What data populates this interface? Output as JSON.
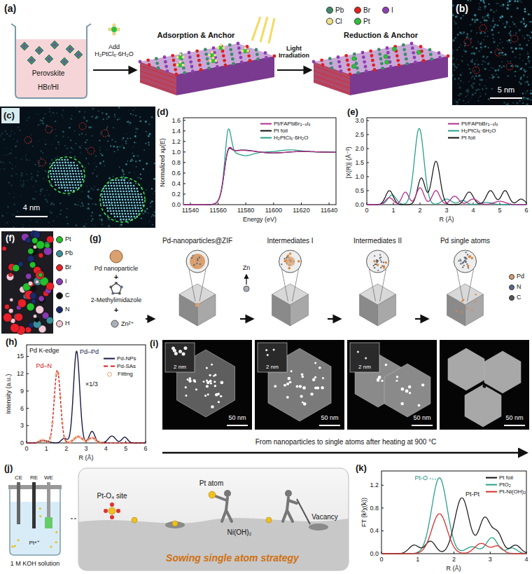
{
  "diagram": {
    "nodes": [
      {
        "text": [
          "Perovskite",
          "HBr/HI"
        ]
      },
      {
        "text": [
          "Adsorption & Anchor"
        ]
      },
      {
        "text": [
          "Reduction & Anchor"
        ]
      },
      {
        "text": [
          "Pd-nanoparticles@ZIF"
        ]
      },
      {
        "text": [
          "Intermediates I"
        ]
      },
      {
        "text": [
          "Intermediates II"
        ]
      },
      {
        "text": [
          "Pd single atoms"
        ]
      },
      {
        "text": [
          "CE",
          "RE",
          "WE",
          "1 M KOH solution"
        ]
      },
      {
        "text": [
          "Pt-O₄ site",
          "Pt atom",
          "Ni(OH)₂",
          "Vacancy",
          "Sowing single atom strategy"
        ]
      }
    ],
    "edges": [
      {
        "from": 0,
        "to": 1,
        "arrow": "to",
        "label": "Add H₂PtCl₆·6H₂O"
      },
      {
        "from": 1,
        "to": 2,
        "arrow": "to",
        "label": "Light Irradiation"
      },
      {
        "from": 3,
        "to": 4,
        "arrow": "to"
      },
      {
        "from": 4,
        "to": 5,
        "arrow": "to"
      },
      {
        "from": 5,
        "to": 6,
        "arrow": "to"
      },
      {
        "from": 7,
        "to": 8,
        "arrow": "none"
      }
    ],
    "labels": [
      "(a)",
      "(b)",
      "5 nm",
      "(c)",
      "4 nm",
      "(d)",
      "0.0",
      "0.2",
      "0.4",
      "0.6",
      "0.8",
      "1.0",
      "1.2",
      "1.4",
      "1.6",
      "Normalized xμ(E)",
      "11540",
      "11560",
      "11580",
      "11600",
      "11620",
      "11640",
      "Energy (eV)",
      "(e)",
      "0.0",
      "0.5",
      "1.0",
      "1.5",
      "2.0",
      "2.5",
      "3.0",
      "|X(R)| (Å⁻³)",
      "0",
      "1",
      "2",
      "3",
      "4",
      "5",
      "6",
      "R (Å)",
      "(f)",
      "(g)",
      "Pd nanoparticle",
      "+",
      "2-Methylimidazole",
      "+",
      "Zn²⁺",
      "Zn",
      "(h)",
      "Pd K-edge",
      "Pd–Pd",
      "Pd–N",
      "×1/3",
      "0",
      "3",
      "6",
      "9",
      "12",
      "15",
      "Intensity (a.u.)",
      "0",
      "1",
      "2",
      "3",
      "4",
      "5",
      "6",
      "R (Å)",
      "(i)",
      "2 nm",
      "50 nm",
      "2 nm",
      "50 nm",
      "2 nm",
      "50 nm",
      "50 nm",
      "From nanoparticles to single atoms after heating at 900 °C",
      "(j)",
      "Pt⁴⁺",
      "(k)",
      "Pt-O",
      "Pt-Pt",
      "0.0",
      "0.4",
      "0.8",
      "1.2",
      "FT (k²χ(k))",
      "0",
      "1",
      "2",
      "3",
      "4",
      "R (Å)"
    ],
    "legend": [
      {
        "text": "Pb",
        "color": "#3f8a6e"
      },
      {
        "text": "Br",
        "color": "#e02020"
      },
      {
        "text": "I",
        "color": "#8e3fb0"
      },
      {
        "text": "Cl",
        "color": "#f1e08a"
      },
      {
        "text": "Pt",
        "color": "#2fbf3a"
      },
      {
        "text": "Pt/FAPbBr₃₋ₓIₓ"
      },
      {
        "text": "Pt foil"
      },
      {
        "text": "H₂PtCl₆·6H₂O"
      },
      {
        "text": "Pt/FAPbBr₃₋ₓIₓ"
      },
      {
        "text": "H₂PtCl₆·6H₂O"
      },
      {
        "text": "Pt foil"
      },
      {
        "text": "Pt",
        "color": "#22c02a"
      },
      {
        "text": "Pb",
        "color": "#3a8f9a"
      },
      {
        "text": "Br",
        "color": "#e8202a"
      },
      {
        "text": "I",
        "color": "#8a3ab0"
      },
      {
        "text": "C",
        "color": "#111111"
      },
      {
        "text": "N",
        "color": "#1a2a6a"
      },
      {
        "text": "H",
        "color": "#f2c9d6"
      },
      {
        "text": "Pd",
        "color": "#d9a070"
      },
      {
        "text": "N",
        "color": "#5a6a8a"
      },
      {
        "text": "C",
        "color": "#555555"
      },
      {
        "text": "Pd-NPs"
      },
      {
        "text": "Pd-SAs"
      },
      {
        "text": "Fitting"
      },
      {
        "text": "Pt foil"
      },
      {
        "text": "PtO₂"
      },
      {
        "text": "Pt-Ni(OH)₂"
      }
    ]
  }
}
